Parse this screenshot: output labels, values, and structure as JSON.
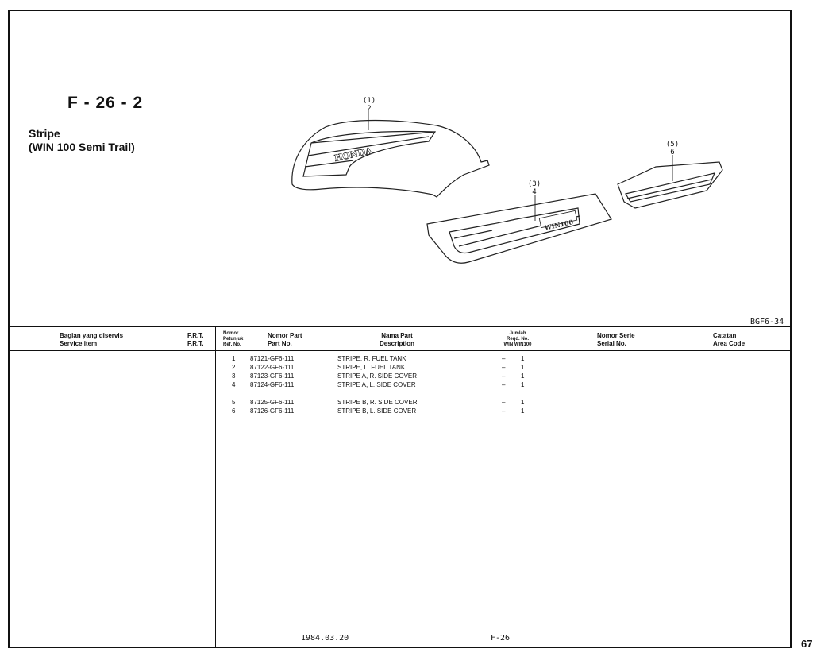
{
  "page_number": "67",
  "figure": {
    "code": "F - 26 - 2",
    "title_lines": [
      "Stripe",
      "(WIN 100 Semi Trail)"
    ],
    "drawing_ref": "BGF6-34",
    "callouts": [
      {
        "top": "(1)",
        "bottom": "2"
      },
      {
        "top": "(3)",
        "bottom": "4"
      },
      {
        "top": "(5)",
        "bottom": "6"
      }
    ],
    "decal_texts": {
      "tank": "HONDA",
      "cover": "WIN100"
    }
  },
  "table": {
    "headers": {
      "service_item": [
        "Bagian yang diservis",
        "Service item"
      ],
      "frt": [
        "F.R.T.",
        "F.R.T."
      ],
      "ref": [
        "Nomor",
        "Petunjuk",
        "Ref. No."
      ],
      "part": [
        "Nomor Part",
        "Part No."
      ],
      "desc": [
        "Nama Part",
        "Description"
      ],
      "qty": [
        "Jumlah",
        "Reqd. No.",
        "WIN  WIN100"
      ],
      "serial": [
        "Nomor Serie",
        "Serial No."
      ],
      "area": [
        "Catatan",
        "Area Code"
      ]
    },
    "rows": [
      {
        "ref": "1",
        "part_no": "87121-GF6-111",
        "description": "STRIPE, R. FUEL TANK",
        "win": "–",
        "win100": "1"
      },
      {
        "ref": "2",
        "part_no": "87122-GF6-111",
        "description": "STRIPE, L. FUEL TANK",
        "win": "–",
        "win100": "1"
      },
      {
        "ref": "3",
        "part_no": "87123-GF6-111",
        "description": "STRIPE A, R. SIDE COVER",
        "win": "–",
        "win100": "1"
      },
      {
        "ref": "4",
        "part_no": "87124-GF6-111",
        "description": "STRIPE A, L. SIDE COVER",
        "win": "–",
        "win100": "1"
      },
      {
        "ref": "5",
        "part_no": "87125-GF6-111",
        "description": "STRIPE B, R. SIDE COVER",
        "win": "–",
        "win100": "1"
      },
      {
        "ref": "6",
        "part_no": "87126-GF6-111",
        "description": "STRIPE B, L. SIDE COVER",
        "win": "–",
        "win100": "1"
      }
    ]
  },
  "footer": {
    "date": "1984.03.20",
    "section": "F-26"
  }
}
